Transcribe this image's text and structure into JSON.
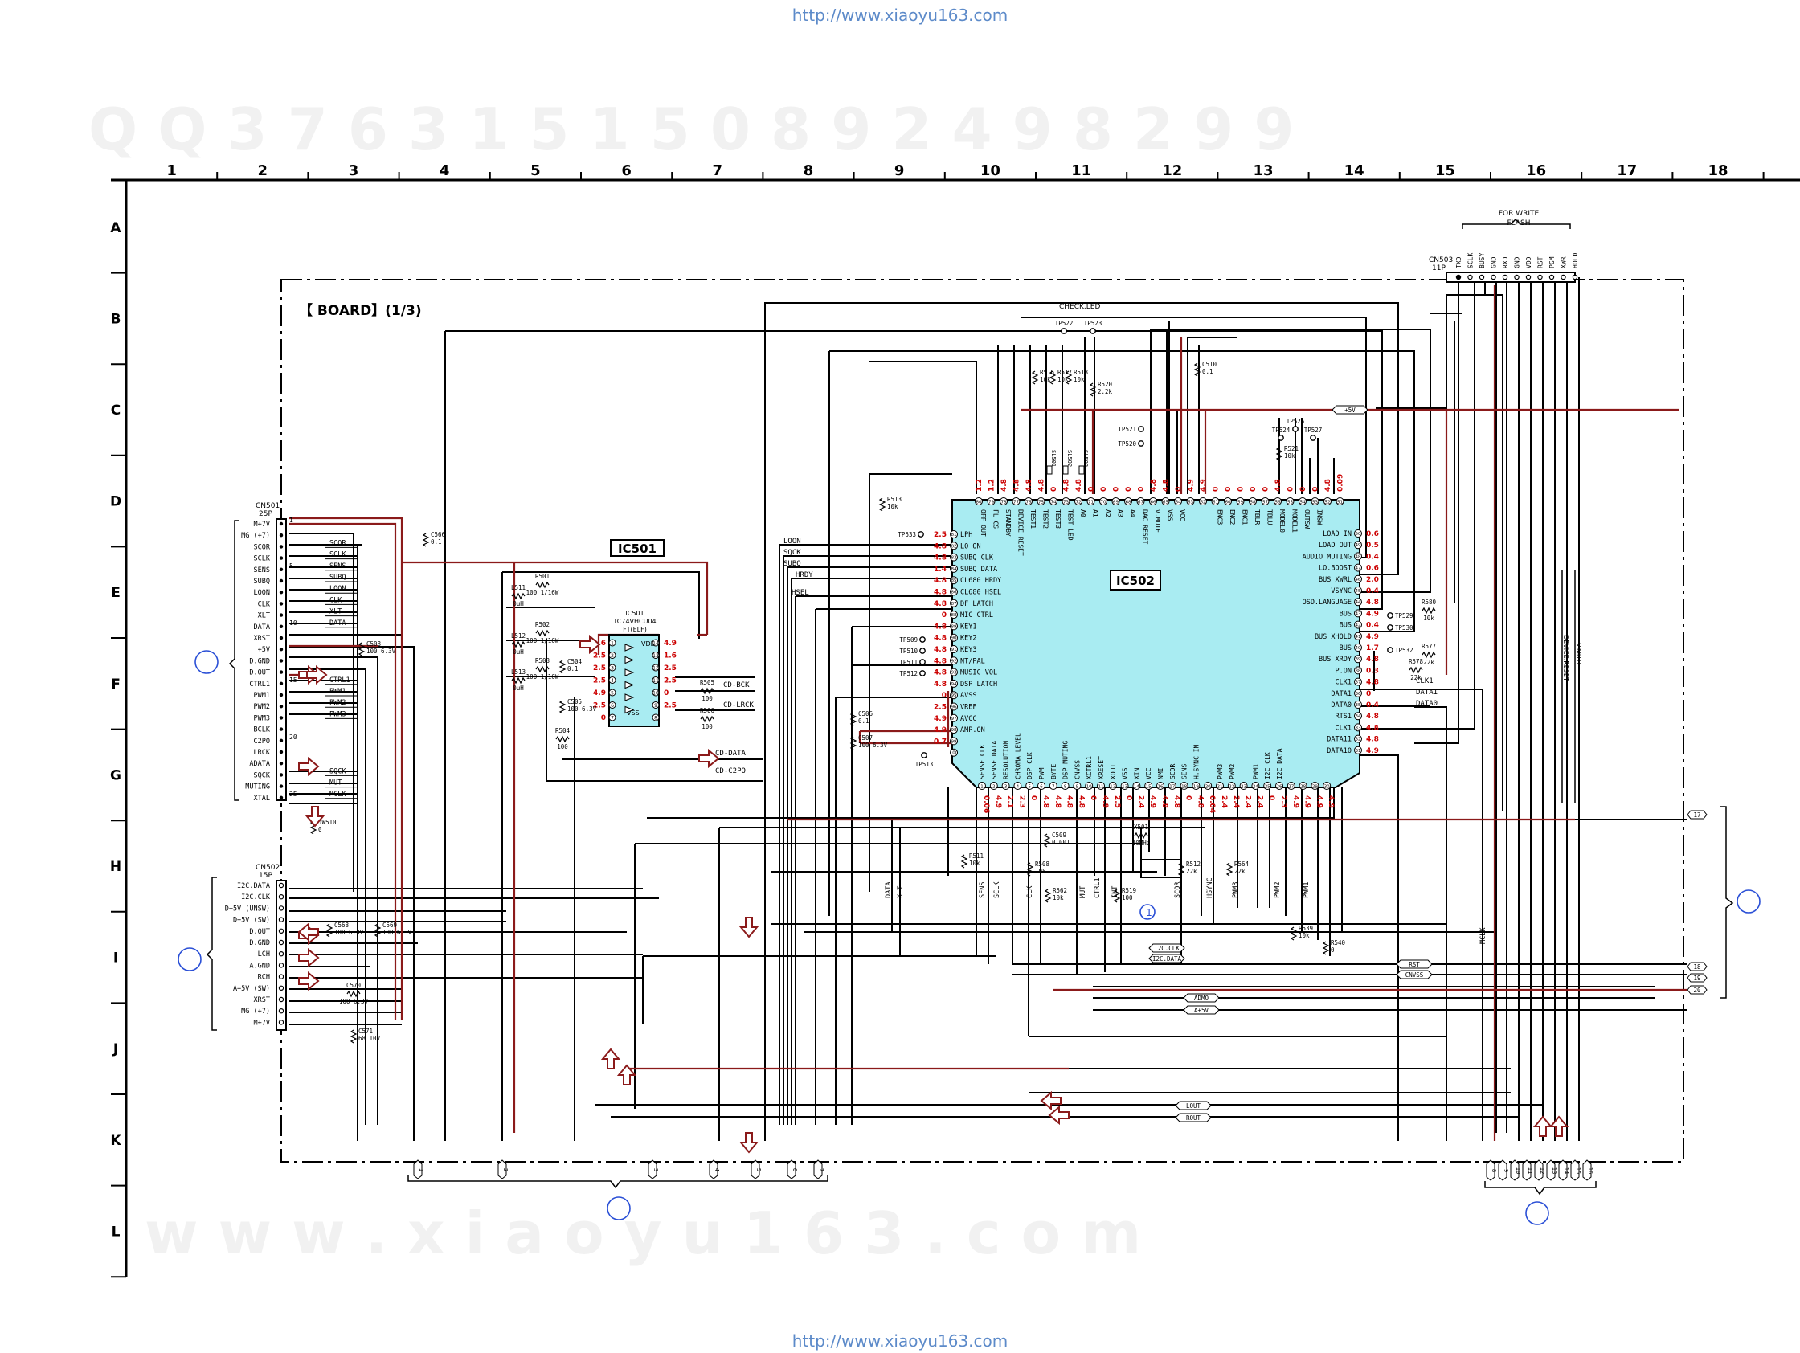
{
  "header_url": "http://www.xiaoyu163.com",
  "footer_url": "http://www.xiaoyu163.com",
  "watermark_top": "Q Q 3 7 6 3 1 5 1 5 0     8 9 2 4 9 8 2 9 9",
  "watermark_bottom": "w w w . x i a o y u 1 6 3 . c o m",
  "col_labels": [
    "1",
    "2",
    "3",
    "4",
    "5",
    "6",
    "7",
    "8",
    "9",
    "10",
    "11",
    "12",
    "13",
    "14",
    "15",
    "16",
    "17",
    "18"
  ],
  "row_labels": [
    "A",
    "B",
    "C",
    "D",
    "E",
    "F",
    "G",
    "H",
    "I",
    "J",
    "K",
    "L"
  ],
  "board_title": "【          BOARD】(1/3)",
  "for_write_flash": [
    "FOR WRITE",
    "FLASH"
  ],
  "check_led": "CHECK.LED",
  "colors": {
    "wire": "#000000",
    "bus": "#8b1a1a",
    "ic_fill": "#a9ecf2",
    "voltage": "#cc0000",
    "marker": "#2a4fd6",
    "url": "#5c8ac9"
  },
  "ic501": {
    "label": "IC501",
    "part": [
      "IC501",
      "TC74VHCU04",
      "FT(ELF)"
    ],
    "inner_labels": [
      "VDD",
      "VSS"
    ],
    "left_pin_numbers": [
      "1",
      "2",
      "3",
      "4",
      "5",
      "6",
      "7"
    ],
    "right_pin_numbers": [
      "14",
      "13",
      "12",
      "11",
      "10",
      "9",
      "8"
    ],
    "left_voltages": [
      "1.6",
      "2.5",
      "2.5",
      "2.5",
      "4.9",
      "2.5",
      "0"
    ],
    "right_voltages": [
      "4.9",
      "1.6",
      "2.5",
      "2.5",
      "0",
      "2.5",
      ""
    ]
  },
  "ic502": {
    "label": "IC502",
    "top_pins": [
      "OFF OUT",
      "FL CS",
      "STANDBY",
      "DEVICE RESET",
      "TEST1",
      "TEST2",
      "TEST3",
      "TEST LED",
      "A0",
      "A1",
      "A2",
      "A3",
      "A4",
      "DAC RESET",
      "V.MUTE",
      "VSS",
      "VCC",
      "",
      "",
      "ENC3",
      "ENC2",
      "ENC1",
      "TBLR",
      "TBLU",
      "MODEL0",
      "MODEL1",
      "OUTSW",
      "INSW"
    ],
    "top_nums": [
      "80",
      "79",
      "78",
      "77",
      "76",
      "75",
      "74",
      "73",
      "72",
      "71",
      "70",
      "69",
      "68",
      "67",
      "66",
      "65",
      "64",
      "63",
      "62",
      "61",
      "60",
      "59",
      "58",
      "57",
      "56",
      "55",
      "54",
      "53",
      "52",
      "51"
    ],
    "top_voltages": [
      "1.2",
      "1.2",
      "4.8",
      "4.8",
      "4.8",
      "4.8",
      "0",
      "4.8",
      "4.8",
      "0",
      "0",
      "0",
      "0",
      "0",
      "4.8",
      "4.8",
      "0",
      "4.9",
      "4.9",
      "0",
      "0",
      "0",
      "0",
      "0",
      "4.8",
      "0",
      "0",
      "0",
      "4.8",
      "0.09"
    ],
    "left_pins": [
      "LPH",
      "LO ON",
      "SUBQ CLK",
      "SUBQ DATA",
      "CL680 HRDY",
      "CL680 HSEL",
      "DF LATCH",
      "MIC CTRL",
      "KEY1",
      "KEY2",
      "KEY3",
      "NT/PAL",
      "MUSIC VOL",
      "DSP LATCH",
      "AVSS",
      "VREF",
      "AVCC",
      "AMP.ON"
    ],
    "left_nums": [
      "81",
      "82",
      "83",
      "84",
      "85",
      "86",
      "87",
      "88",
      "89",
      "90",
      "91",
      "92",
      "93",
      "94",
      "95",
      "96",
      "97",
      "98",
      "99",
      "100"
    ],
    "left_voltages": [
      "2.5",
      "4.8",
      "4.8",
      "1.4",
      "4.8",
      "4.8",
      "4.8",
      "0",
      "4.8",
      "4.8",
      "4.8",
      "4.8",
      "4.8",
      "4.8",
      "0",
      "2.5",
      "4.9",
      "4.9",
      "0.7"
    ],
    "right_pins": [
      "LOAD IN",
      "LOAD OUT",
      "AUDIO MUTING",
      "LO.BOOST",
      "BUS XWRL",
      "VSYNC",
      "OSD.LANGUAGE",
      "BUS",
      "BUS",
      "BUS XHOLD",
      "BUS",
      "BUS XRDY",
      "P.ON",
      "CLK1",
      "DATA1",
      "DATA0",
      "RTS1",
      "CLK1",
      "DATA11",
      "DATA10"
    ],
    "right_nums": [
      "50",
      "49",
      "48",
      "47",
      "46",
      "45",
      "44",
      "43",
      "42",
      "41",
      "40",
      "39",
      "38",
      "37",
      "36",
      "35",
      "34",
      "33",
      "32",
      "31"
    ],
    "right_voltages": [
      "0.6",
      "0.5",
      "0.4",
      "0.6",
      "2.0",
      "0.4",
      "4.8",
      "4.9",
      "0.4",
      "4.9",
      "1.7",
      "4.8",
      "0.3",
      "4.8",
      "0",
      "0.4",
      "4.8",
      "4.8",
      "4.8",
      "4.9"
    ],
    "bottom_pins": [
      "SENSE CLK",
      "SENSE DATA",
      "RESOLUTION",
      "CHROMA LEVEL",
      "DSP CLK",
      "PWM",
      "BYTE",
      "DSP MUTING",
      "CNVSS",
      "XCTRL1",
      "XRESET",
      "XOUT",
      "VSS",
      "XIN",
      "VCC",
      "NMI",
      "SCOR",
      "SENS",
      "H.SYNC IN",
      "",
      "PWM3",
      "PWM2",
      "",
      "PWM1",
      "I2C CLK",
      "I2C DATA"
    ],
    "bottom_nums": [
      "1",
      "2",
      "3",
      "4",
      "5",
      "6",
      "7",
      "8",
      "9",
      "10",
      "11",
      "12",
      "13",
      "14",
      "15",
      "16",
      "17",
      "18",
      "19",
      "20",
      "21",
      "22",
      "23",
      "24",
      "25",
      "26",
      "27",
      "28",
      "29",
      "30"
    ],
    "bottom_voltages": [
      "0.06",
      "4.9",
      "2.1",
      "2.3",
      "0",
      "4.8",
      "4.8",
      "4.8",
      "4.8",
      "0",
      "4.9",
      "2.5",
      "0",
      "2.4",
      "4.9",
      "4.8",
      "4.8",
      "0",
      "4.8",
      "0.04",
      "2.4",
      "2.4",
      "2.4",
      "2.4",
      "0",
      "2.3",
      "4.9",
      "4.9",
      "4.9",
      "4.9"
    ]
  },
  "cn501": {
    "ref": "CN501",
    "type": "25P",
    "pins": [
      "M+7V",
      "MG (+7)",
      "SCOR",
      "SCLK",
      "SENS",
      "SUBQ",
      "LOON",
      "CLK",
      "XLT",
      "DATA",
      "XRST",
      "+5V",
      "D.GND",
      "D.OUT",
      "CTRL1",
      "PWM1",
      "PWM2",
      "PWM3",
      "BCLK",
      "C2PO",
      "LRCK",
      "ADATA",
      "SQCK",
      "MUTING",
      "XTAL"
    ],
    "pin_nums": [
      "1",
      "5",
      "10",
      "15",
      "20",
      "25"
    ]
  },
  "cn502": {
    "ref": "CN502",
    "type": "15P",
    "pins": [
      "I2C.DATA",
      "I2C.CLK",
      "D+5V (UNSW)",
      "D+5V (SW)",
      "D.OUT",
      "D.GND",
      "LCH",
      "A.GND",
      "RCH",
      "A+5V (SW)",
      "XRST",
      "MG (+7)",
      "M+7V"
    ]
  },
  "cn503": {
    "ref": "CN503",
    "type": "11P",
    "pins": [
      "TXD",
      "SCLK",
      "BUSY",
      "GND",
      "RXD",
      "GND",
      "VDD",
      "RST",
      "PGM",
      "XWR",
      "HOLD"
    ]
  },
  "cn501_nets": [
    "SCOR",
    "SCLK",
    "SENS",
    "SUBQ",
    "LOON",
    "CLK",
    "XLT",
    "DATA",
    "CTRL1",
    "PWM1",
    "PWM2",
    "PWM3",
    "SQCK",
    "MUT",
    "MCLK"
  ],
  "left_bus_nets": [
    "LOON",
    "SQCK",
    "SUBQ",
    "HRDY",
    "HSEL"
  ],
  "right_nets": [
    "CLK1",
    "DATA1",
    "DATA0"
  ],
  "signals": [
    "CD-BCK",
    "CD-LRCK",
    "CD-DATA",
    "CD-C2PO"
  ],
  "bottom_net_labels": [
    "DATA",
    "XLT",
    "SENS",
    "SCLK",
    "CLK",
    "MUT",
    "CTRL1",
    "INT",
    "SCOR",
    "HSYNC",
    "PWM3",
    "PWM2",
    "PWM1",
    "MCLK"
  ],
  "components": [
    {
      "ref": "C566",
      "val": "0.1"
    },
    {
      "ref": "C508",
      "val": "100 6.3V"
    },
    {
      "ref": "L511",
      "val": "0uH"
    },
    {
      "ref": "L512",
      "val": "0uH"
    },
    {
      "ref": "L513",
      "val": "0uH"
    },
    {
      "ref": "R501",
      "val": "100 1/16W"
    },
    {
      "ref": "R502",
      "val": "100 1/16W"
    },
    {
      "ref": "R503",
      "val": "100 1/16W"
    },
    {
      "ref": "C504",
      "val": "0.1"
    },
    {
      "ref": "C505",
      "val": "100 6.3V"
    },
    {
      "ref": "R504",
      "val": "100"
    },
    {
      "ref": "R505",
      "val": "100"
    },
    {
      "ref": "R506",
      "val": "100"
    },
    {
      "ref": "R513",
      "val": "10k"
    },
    {
      "ref": "R516",
      "val": "10k"
    },
    {
      "ref": "R517",
      "val": "10k"
    },
    {
      "ref": "R518",
      "val": "10k"
    },
    {
      "ref": "R520",
      "val": "2.2k"
    },
    {
      "ref": "C510",
      "val": "0.1"
    },
    {
      "ref": "R521",
      "val": "10k"
    },
    {
      "ref": "C506",
      "val": "0.1"
    },
    {
      "ref": "C507",
      "val": "100 6.3V"
    },
    {
      "ref": "R580",
      "val": "10k"
    },
    {
      "ref": "R577",
      "val": "22k"
    },
    {
      "ref": "R578",
      "val": "22k"
    },
    {
      "ref": "R511",
      "val": "10k"
    },
    {
      "ref": "C509",
      "val": "0.001"
    },
    {
      "ref": "R508",
      "val": "10k"
    },
    {
      "ref": "R562",
      "val": "10k"
    },
    {
      "ref": "R519",
      "val": "100"
    },
    {
      "ref": "X501",
      "val": "10MHz"
    },
    {
      "ref": "R512",
      "val": "22k"
    },
    {
      "ref": "R564",
      "val": "22k"
    },
    {
      "ref": "R539",
      "val": "10k"
    },
    {
      "ref": "R540",
      "val": "0"
    },
    {
      "ref": "C568",
      "val": "100 6.3V"
    },
    {
      "ref": "C569",
      "val": "100 6.3V"
    },
    {
      "ref": "C570",
      "val": "100 6.3V"
    },
    {
      "ref": "C571",
      "val": "68 10V"
    },
    {
      "ref": "JW510",
      "val": "0"
    }
  ],
  "testpoints": [
    "TP522",
    "TP523",
    "TP521",
    "TP520",
    "TP524",
    "TP525",
    "TP527",
    "TP533",
    "TP509",
    "TP510",
    "TP511",
    "TP512",
    "TP513",
    "TP529",
    "TP530",
    "TP532"
  ],
  "ferrites": [
    "SL501",
    "SL502",
    "SL503"
  ],
  "power_labels": [
    "+5V",
    "A+5V",
    "ADMO",
    "RST",
    "CNVSS",
    "LOUT",
    "ROUT",
    "I2C.CLK",
    "I2C.DATA",
    "DEVICE.RESET",
    "V.MUTE"
  ],
  "right_connector_refs": [
    "17",
    "18",
    "19",
    "20"
  ],
  "bottom_left_refs": [
    "1",
    "2",
    "3",
    "4",
    "5",
    "6",
    "7"
  ],
  "bottom_right_refs": [
    "8",
    "9",
    "10",
    "11",
    "12",
    "13",
    "14",
    "15",
    "16"
  ],
  "circle_markers": [
    "",
    "",
    "",
    "",
    "",
    ""
  ],
  "marker_1_label": "1"
}
